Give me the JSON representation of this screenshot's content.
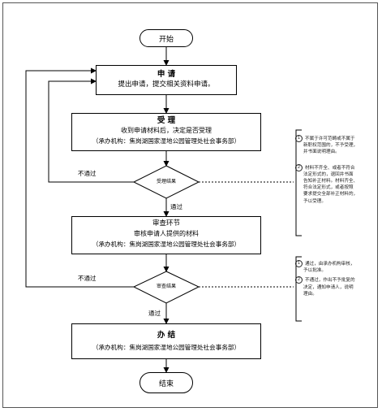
{
  "start": {
    "label": "开始"
  },
  "end": {
    "label": "结束"
  },
  "step_apply": {
    "title": "申 请",
    "line1": "提出申请，提交相关资料申请。"
  },
  "step_accept": {
    "title": "受 理",
    "line1": "收到申请材料后，决定是否受理",
    "line2": "（承办机构：焦岗湖国家湿地公园管理处社会事务部）"
  },
  "decision_accept": {
    "label": "受理结果"
  },
  "step_review": {
    "title": "审查环节",
    "line1": "审核申请人提供的材料",
    "line2": "（承办机构：焦岗湖国家湿地公园管理处社会事务部）"
  },
  "decision_review": {
    "label": "审查结果"
  },
  "step_finish": {
    "title": "办 结",
    "line1": "（承办机构：焦岗湖国家湿地公园管理处社会事务部）"
  },
  "edges": {
    "not_pass_1": "不通过",
    "pass_1": "通过",
    "not_pass_2": "不通过",
    "pass_2": "通过"
  },
  "note_accept": {
    "items": [
      {
        "num": "1",
        "lines": [
          "不属于许可范畴或不属于",
          "新职权范围的，不予受理，",
          "并书面说明理由。"
        ]
      },
      {
        "num": "2",
        "lines": [
          "材料不齐全、或者不符合",
          "法定形式的，退回并书面",
          "告知补正材料。材料齐全、",
          "符合法定形式，或者按照",
          "要求提交全部补正材料的，",
          "予以受理。"
        ]
      }
    ]
  },
  "note_review": {
    "items": [
      {
        "num": "1",
        "lines": [
          "通过，由承办机构审核，",
          "予以批准。"
        ]
      },
      {
        "num": "2",
        "lines": [
          "不通过，作出不予批复的",
          "决定，通知申请人，说明",
          "理由。"
        ]
      }
    ]
  }
}
